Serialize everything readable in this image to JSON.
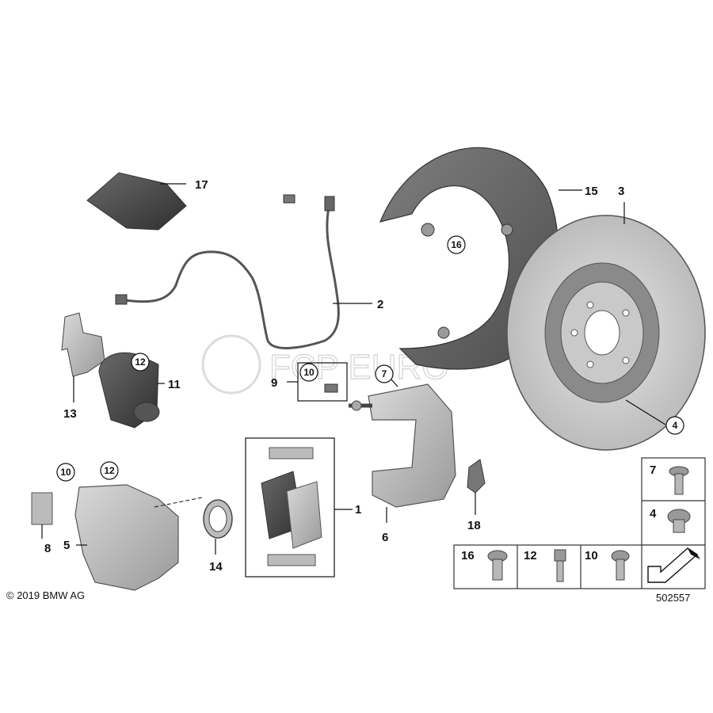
{
  "labels": {
    "l1": "1",
    "l2": "2",
    "l3": "3",
    "l4": "4",
    "l5": "5",
    "l6": "6",
    "l7": "7",
    "l8": "8",
    "l9": "9",
    "l10a": "10",
    "l10b": "10",
    "l11": "11",
    "l12a": "12",
    "l12b": "12",
    "l13": "13",
    "l14": "14",
    "l15": "15",
    "l16": "16",
    "l17": "17",
    "l18": "18"
  },
  "legend": {
    "r7": "7",
    "r4": "4",
    "b16": "16",
    "b12": "12",
    "b10": "10"
  },
  "footer": {
    "copyright": "© 2019 BMW AG",
    "diagram_number": "502557"
  },
  "watermark": "FCP EURO"
}
